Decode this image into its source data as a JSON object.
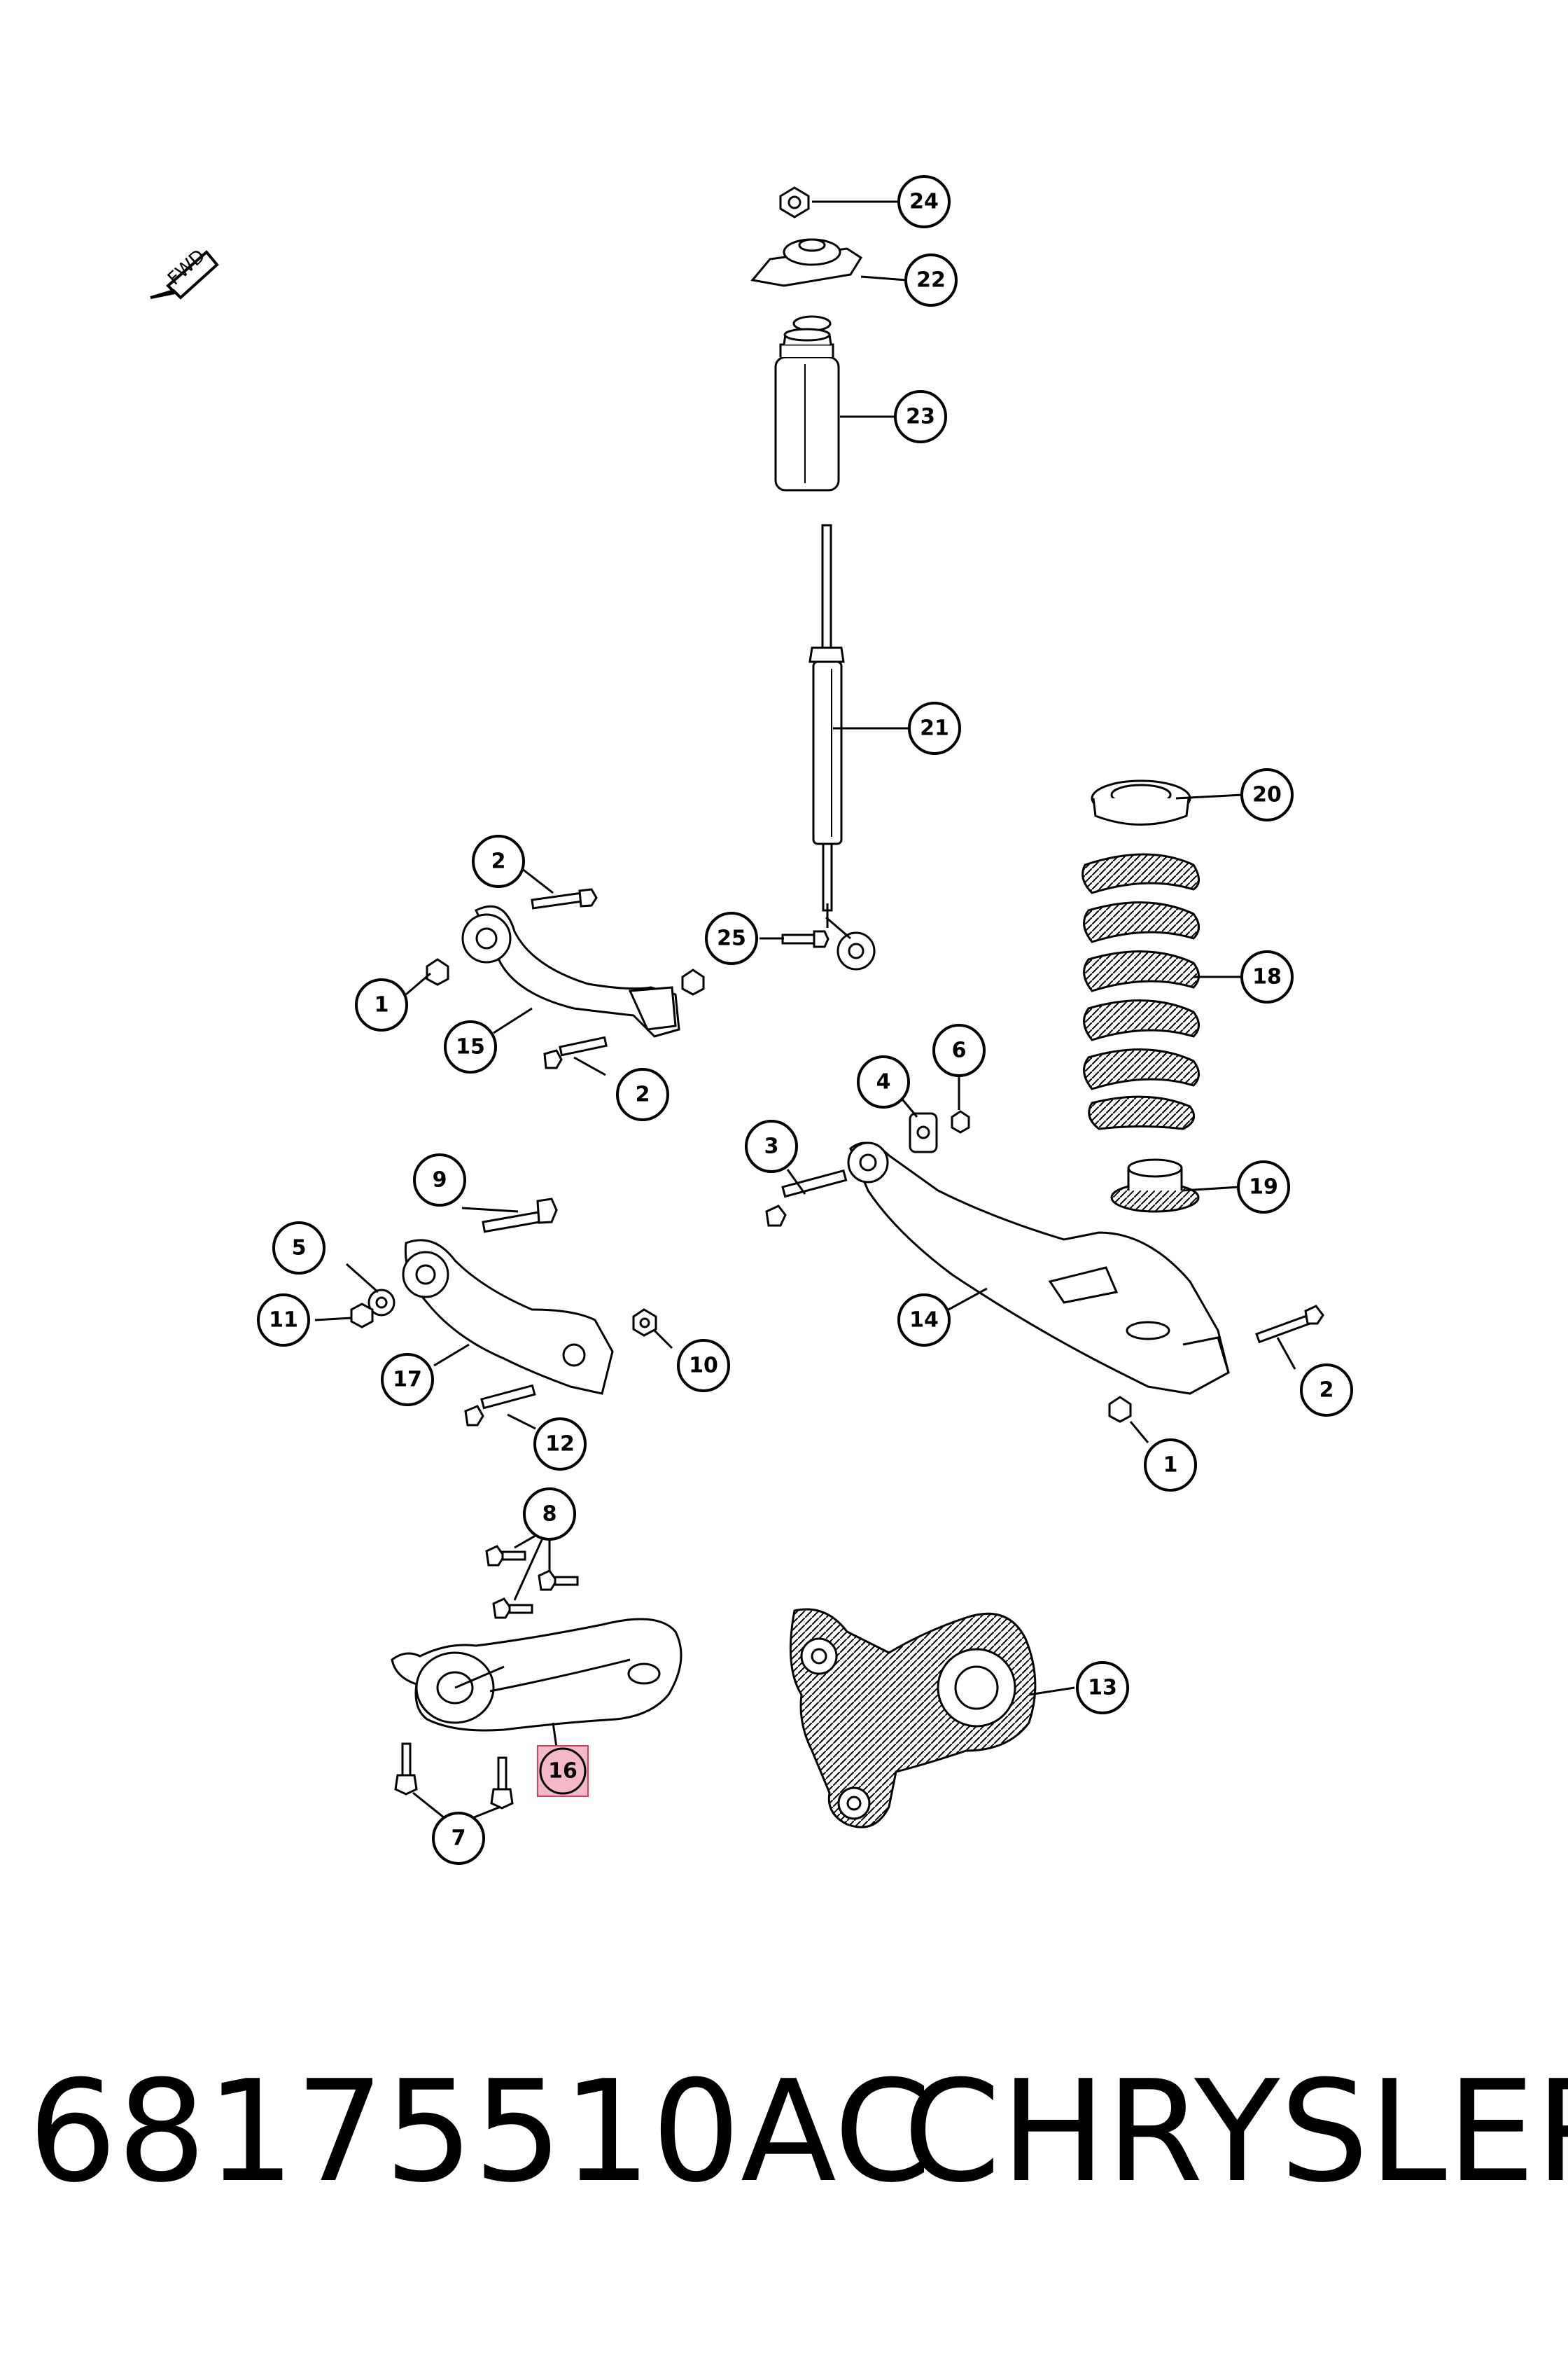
{
  "direction_label": "FWD",
  "callouts": {
    "c24": "24",
    "c22": "22",
    "c23": "23",
    "c21": "21",
    "c20": "20",
    "c18": "18",
    "c19": "19",
    "c25": "25",
    "c2a": "2",
    "c1a": "1",
    "c15": "15",
    "c2b": "2",
    "c4": "4",
    "c6": "6",
    "c3": "3",
    "c14": "14",
    "c2c": "2",
    "c1b": "1",
    "c9": "9",
    "c5": "5",
    "c11": "11",
    "c10": "10",
    "c17": "17",
    "c12": "12",
    "c8": "8",
    "c16": "16",
    "c7": "7",
    "c13": "13"
  },
  "highlighted_part": "16",
  "highlight_color": "#f4b9c8",
  "part_number": "68175510AC",
  "brand": "CHRYSLER"
}
